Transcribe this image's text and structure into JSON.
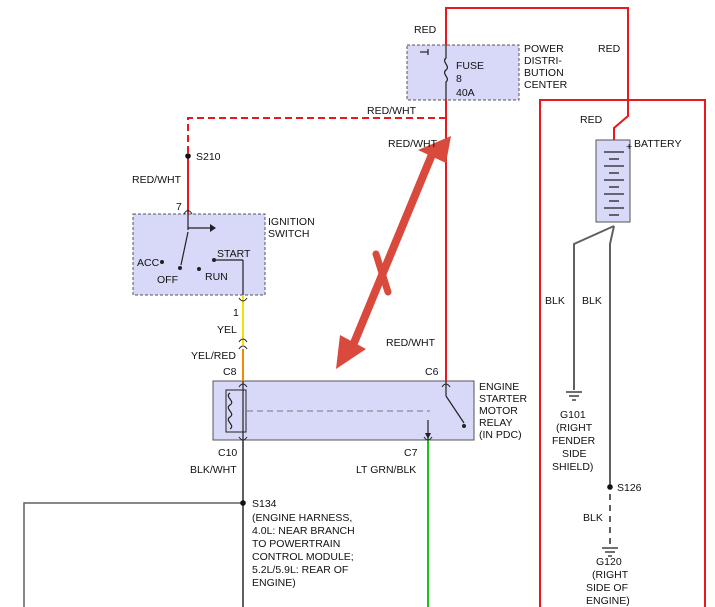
{
  "colors": {
    "red": "#e8181e",
    "black_wire": "#606060",
    "yellow": "#f2e200",
    "orange": "#f08a00",
    "green": "#18c218",
    "arrow": "#d9493c",
    "box_fill": "#d8d8f8"
  },
  "icons": [
    "fuse-symbol",
    "battery-symbol",
    "ground-symbol",
    "relay-coil-symbol",
    "switch-contact-symbol",
    "double-headed-arrow"
  ],
  "labels": {
    "red_top_fuse": "RED",
    "red_right_top": "RED",
    "red_battery": "RED",
    "fuse": [
      "FUSE",
      "8",
      "40A"
    ],
    "pdc": [
      "POWER",
      "DISTRI-",
      "BUTION",
      "CENTER"
    ],
    "battery": "BATTERY",
    "red_wht_1": "RED/WHT",
    "red_wht_2": "RED/WHT",
    "s210": "S210",
    "red_wht_3": "RED/WHT",
    "pin7": "7",
    "ignition": [
      "IGNITION",
      "SWITCH"
    ],
    "acc": "ACC",
    "off": "OFF",
    "start": "START",
    "run": "RUN",
    "pin1": "1",
    "yel": "YEL",
    "yel_red": "YEL/RED",
    "c8": "C8",
    "red_wht_4": "RED/WHT",
    "c6": "C6",
    "relay": [
      "ENGINE",
      "STARTER",
      "MOTOR",
      "RELAY",
      "(IN PDC)"
    ],
    "c10": "C10",
    "c7": "C7",
    "blk_wht": "BLK/WHT",
    "lt_grn_blk": "LT GRN/BLK",
    "s134": "S134",
    "s134_desc": [
      "(ENGINE HARNESS,",
      "4.0L: NEAR BRANCH",
      "TO POWERTRAIN",
      "CONTROL MODULE;",
      "5.2L/5.9L: REAR OF",
      "ENGINE)"
    ],
    "blk_left": "BLK",
    "blk_right": "BLK",
    "g101": [
      "G101",
      "(RIGHT",
      "FENDER",
      "SIDE",
      "SHIELD)"
    ],
    "s126": "S126",
    "blk_s126": "BLK",
    "g120": [
      "G120",
      "(RIGHT",
      "SIDE OF",
      "ENGINE)"
    ]
  }
}
